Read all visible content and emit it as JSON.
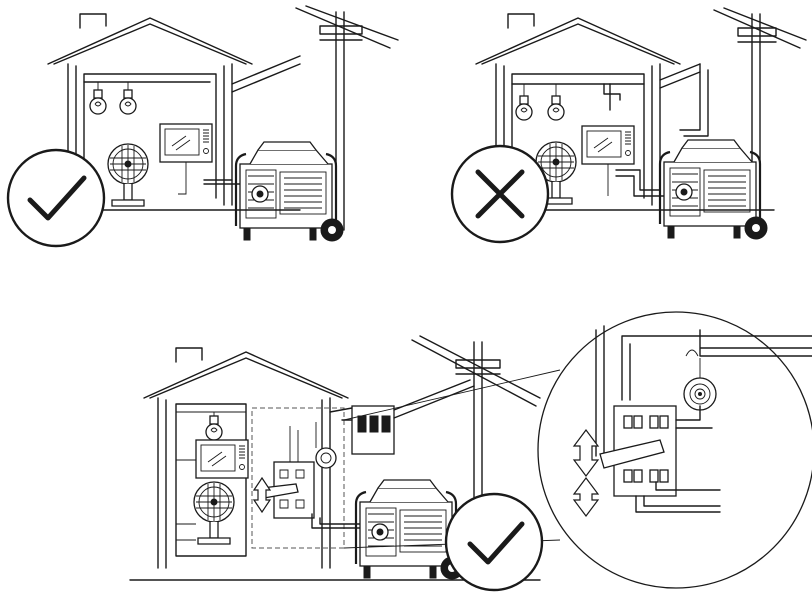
{
  "panels": [
    {
      "id": "correct-isolated-connection",
      "status": "correct",
      "status_icon": "checkmark-icon"
    },
    {
      "id": "incorrect-direct-connection",
      "status": "incorrect",
      "status_icon": "cross-icon"
    },
    {
      "id": "correct-transfer-switch-connection",
      "status": "correct",
      "status_icon": "checkmark-icon"
    }
  ],
  "colors": {
    "line": "#1a1a1a",
    "background": "#ffffff"
  }
}
